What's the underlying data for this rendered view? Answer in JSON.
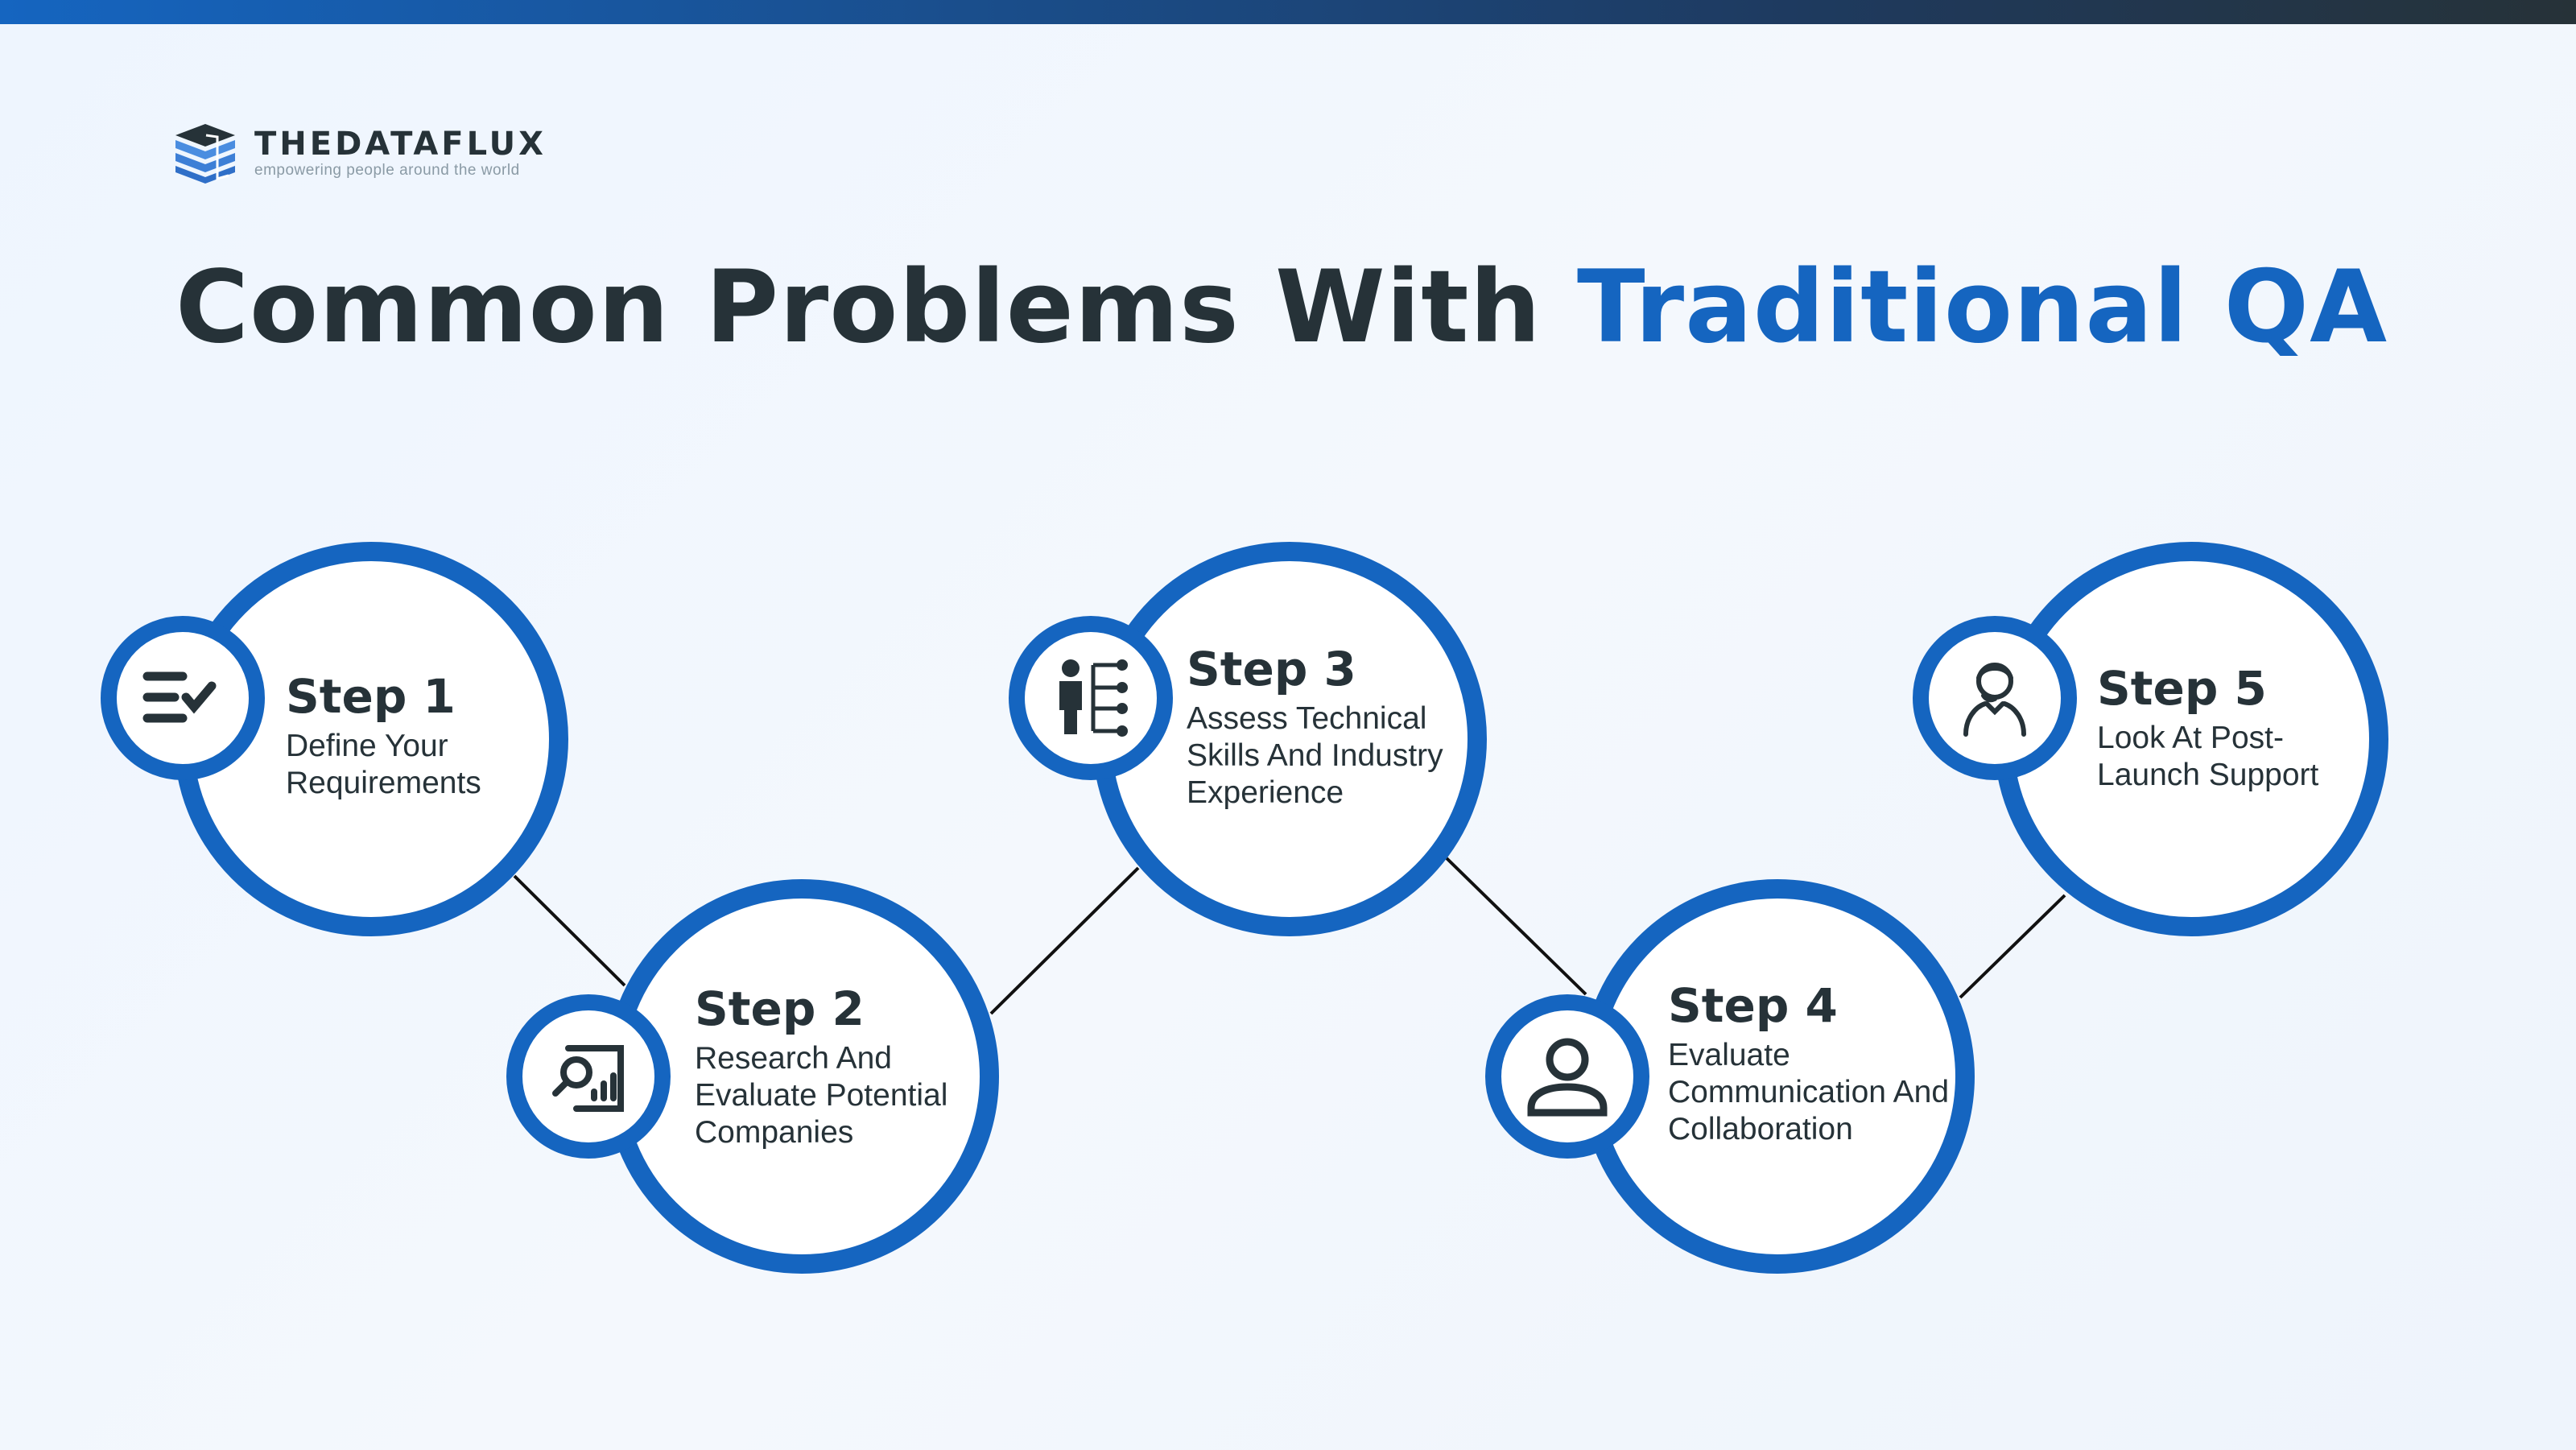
{
  "brand": {
    "name": "THEDATAFLUX",
    "tagline": "empowering people around the world"
  },
  "title": {
    "main": "Common Problems With ",
    "accent": "Traditional QA"
  },
  "colors": {
    "accent": "#1565c0",
    "text": "#263238"
  },
  "steps": [
    {
      "label": "Step 1",
      "desc": "Define Your Requirements",
      "icon": "checklist-icon"
    },
    {
      "label": "Step 2",
      "desc": "Research And Evaluate Potential Companies",
      "icon": "search-report-icon"
    },
    {
      "label": "Step 3",
      "desc": "Assess Technical Skills And Industry Experience",
      "icon": "person-skills-icon"
    },
    {
      "label": "Step 4",
      "desc": "Evaluate Communication And Collaboration",
      "icon": "user-icon"
    },
    {
      "label": "Step 5",
      "desc": "Look At Post-Launch Support",
      "icon": "support-agent-icon"
    }
  ]
}
